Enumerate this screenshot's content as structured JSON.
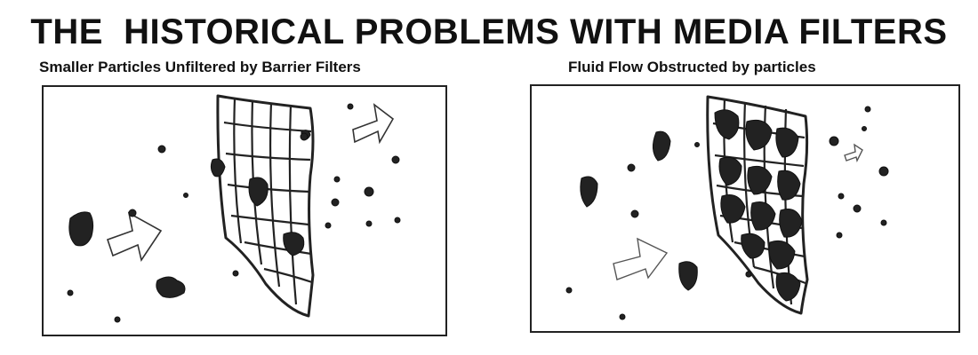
{
  "title": "THE  HISTORICAL PROBLEMS WITH MEDIA FILTERS",
  "panels": [
    {
      "caption": "Smaller Particles Unfiltered by Barrier Filters"
    },
    {
      "caption": "Fluid Flow Obstructed by particles"
    }
  ],
  "colors": {
    "ink": "#222222",
    "background": "#ffffff"
  },
  "icons": [
    "filter-mesh-icon",
    "flow-arrow-icon",
    "particle-icon"
  ]
}
